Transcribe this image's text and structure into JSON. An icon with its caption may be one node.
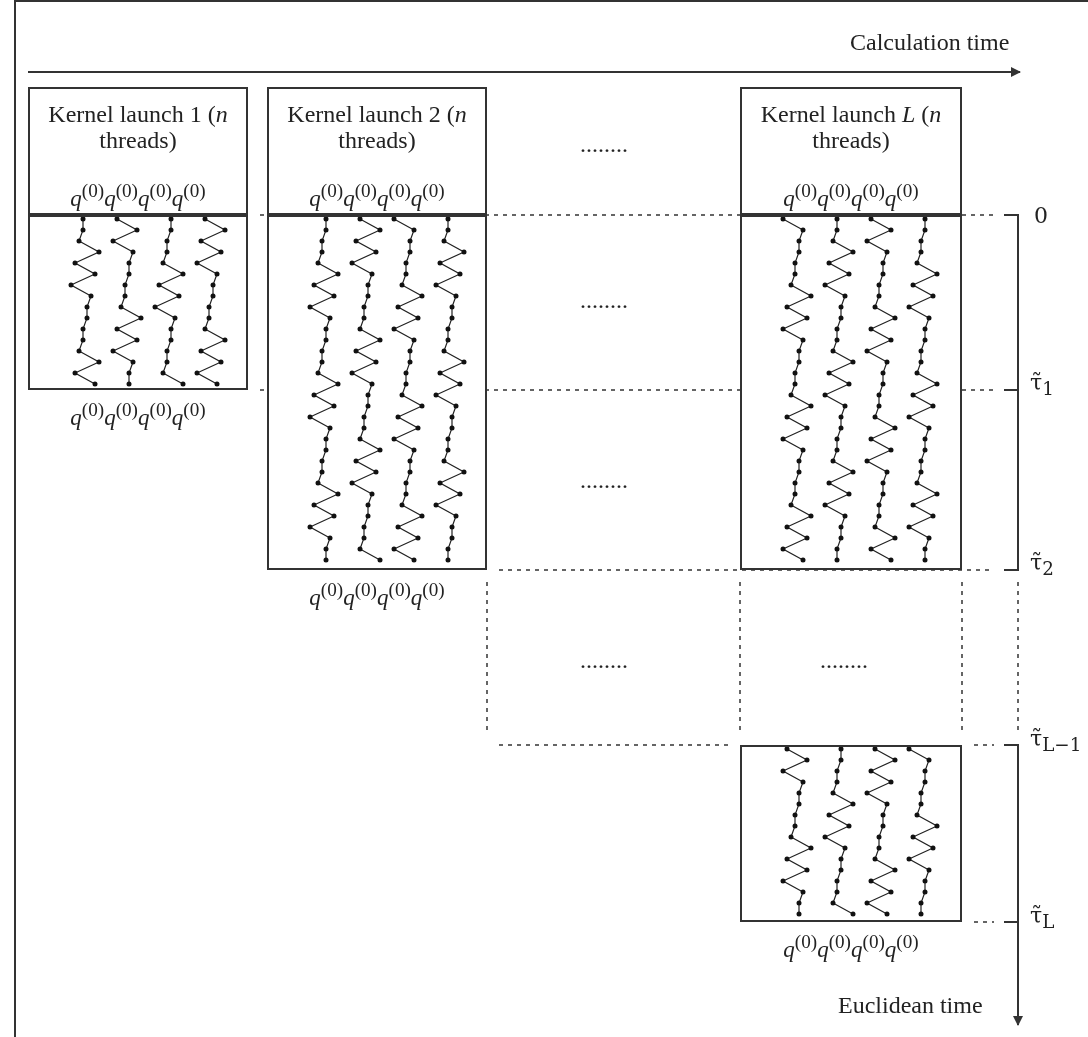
{
  "diagram": {
    "nodes": [
      {
        "text": [
          "Kernel launch 1 (*n* threads)",
          "*q*$^{(0)}$*q*$^{(0)}$*q*$^{(0)}$*q*$^{(0)}$"
        ]
      },
      {
        "text": [
          "Kernel launch 2 (*n* threads)",
          "*q*$^{(0)}$*q*$^{(0)}$*q*$^{(0)}$*q*$^{(0)}$"
        ]
      },
      {
        "text": [
          "Kernel launch *L* (*n* threads)",
          "*q*$^{(0)}$*q*$^{(0)}$*q*$^{(0)}$*q*$^{(0)}$"
        ]
      },
      {
        "text": [],
        "shape": "picture",
        "beside": [
          "*q*$^{(0)}$*q*$^{(0)}$*q*$^{(0)}$*q*$^{(0)}$"
        ]
      },
      {
        "text": [],
        "shape": "picture",
        "beside": [
          "*q*$^{(0)}$*q*$^{(0)}$*q*$^{(0)}$*q*$^{(0)}$"
        ]
      },
      {
        "text": [],
        "shape": "picture"
      },
      {
        "text": [],
        "shape": "picture",
        "beside": [
          "*q*$^{(0)}$*q*$^{(0)}$*q*$^{(0)}$*q*$^{(0)}$"
        ]
      }
    ],
    "edges": [],
    "labels": [
      "Calculation time",
      "........",
      "0",
      "........",
      "τ̃$_{1}$",
      "........",
      "τ̃$_{2}$",
      "........",
      "........",
      "τ̃$_{L−1}$",
      "τ̃$_{L}$",
      "Euclidean time"
    ]
  }
}
